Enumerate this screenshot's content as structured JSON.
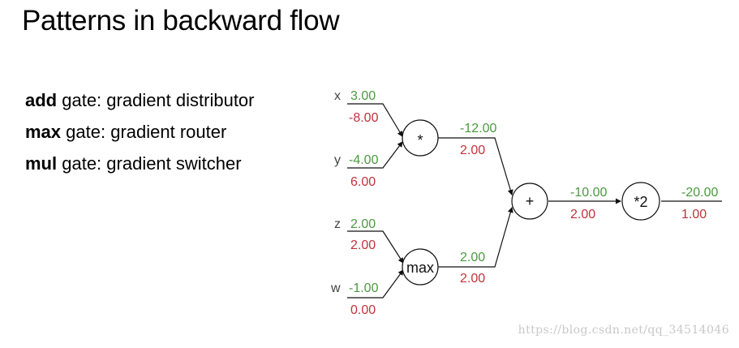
{
  "title": "Patterns in backward flow",
  "bullets": [
    {
      "bold": "add",
      "rest": " gate: gradient distributor"
    },
    {
      "bold": "max",
      "rest": " gate: gradient router"
    },
    {
      "bold": "mul",
      "rest": " gate: gradient switcher"
    }
  ],
  "diagram": {
    "inputs": {
      "x": {
        "name": "x",
        "forward": "3.00",
        "gradient": "-8.00"
      },
      "y": {
        "name": "y",
        "forward": "-4.00",
        "gradient": "6.00"
      },
      "z": {
        "name": "z",
        "forward": "2.00",
        "gradient": "2.00"
      },
      "w": {
        "name": "w",
        "forward": "-1.00",
        "gradient": "0.00"
      }
    },
    "gates": {
      "mul": "*",
      "max": "max",
      "add": "+",
      "scale": "*2"
    },
    "edges": {
      "mul_out": {
        "forward": "-12.00",
        "gradient": "2.00"
      },
      "max_out": {
        "forward": "2.00",
        "gradient": "2.00"
      },
      "add_out": {
        "forward": "-10.00",
        "gradient": "2.00"
      },
      "final_out": {
        "forward": "-20.00",
        "gradient": "1.00"
      }
    },
    "colors": {
      "forward": "#4a9a3e",
      "gradient": "#c0333b",
      "line": "#111111"
    }
  },
  "watermark": "https://blog.csdn.net/qq_34514046"
}
